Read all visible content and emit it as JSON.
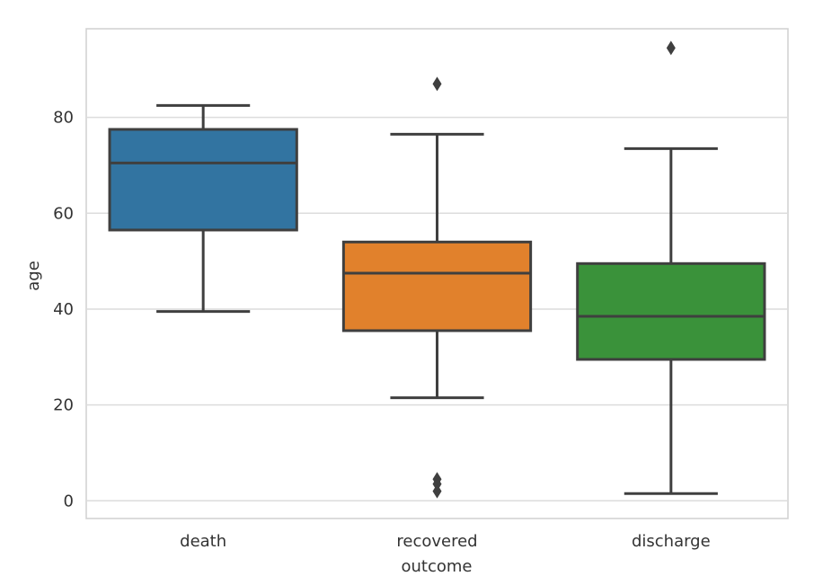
{
  "chart_data": {
    "type": "box",
    "title": "",
    "xlabel": "outcome",
    "ylabel": "age",
    "ylim": [
      -3.7,
      98.5
    ],
    "yticks": [
      0,
      20,
      40,
      60,
      80
    ],
    "grid": "horizontal",
    "categories": [
      "death",
      "recovered",
      "discharge"
    ],
    "colors": [
      "#3274a1",
      "#e1812c",
      "#3a923a"
    ],
    "line_color": "#3f3f3f",
    "boxes": [
      {
        "category": "death",
        "whisker_low": 39.5,
        "q1": 56.5,
        "median": 70.5,
        "q3": 77.5,
        "whisker_high": 82.5,
        "fliers": []
      },
      {
        "category": "recovered",
        "whisker_low": 21.5,
        "q1": 35.5,
        "median": 47.5,
        "q3": 54,
        "whisker_high": 76.5,
        "fliers": [
          87,
          4.5,
          3.5,
          2
        ]
      },
      {
        "category": "discharge",
        "whisker_low": 1.5,
        "q1": 29.5,
        "median": 38.5,
        "q3": 49.5,
        "whisker_high": 73.5,
        "fliers": [
          94.5
        ]
      }
    ]
  }
}
